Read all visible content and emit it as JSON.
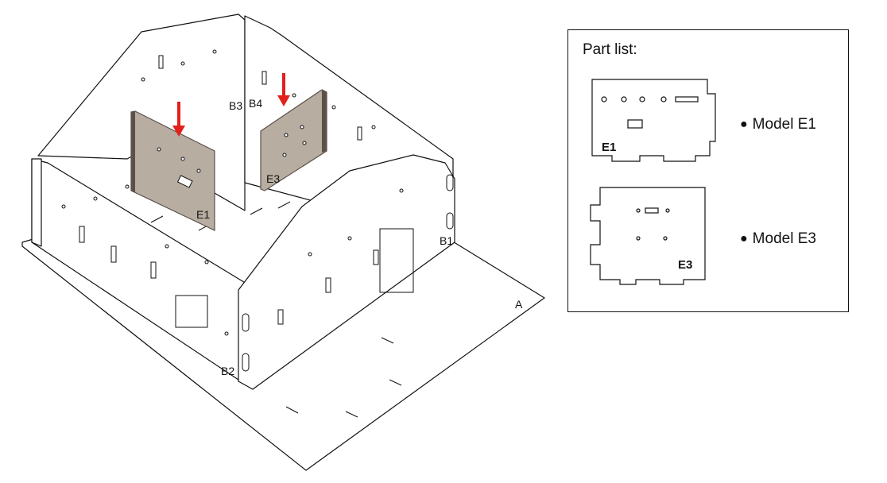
{
  "assembly": {
    "labels": {
      "b1": "B1",
      "b2": "B2",
      "b3": "B3",
      "b4": "B4",
      "e1": "E1",
      "e3": "E3",
      "a": "A"
    },
    "colors": {
      "panel_fill": "#ffffff",
      "insert_fill": "#b8ada1",
      "insert_edge": "#5b5149",
      "arrow": "#e3201b",
      "line": "#111111"
    }
  },
  "part_list": {
    "title": "Part list:",
    "items": [
      {
        "part_label": "E1",
        "model": "Model E1"
      },
      {
        "part_label": "E3",
        "model": "Model E3"
      }
    ]
  }
}
